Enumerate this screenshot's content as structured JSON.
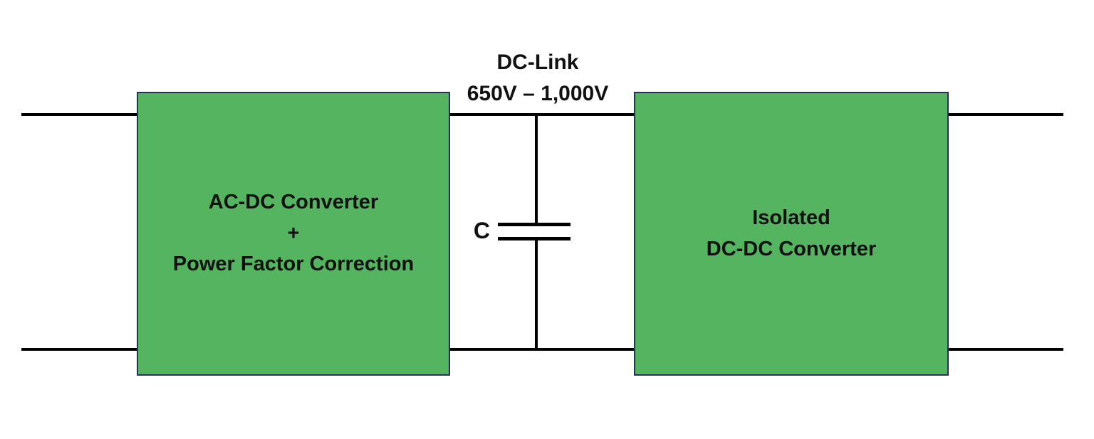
{
  "diagram": {
    "dc_link_label": {
      "line1": "DC-Link",
      "line2": "650V – 1,000V"
    },
    "left_box": {
      "line1": "AC-DC Converter",
      "line2": "+",
      "line3": "Power Factor Correction"
    },
    "right_box": {
      "line1": "Isolated",
      "line2": "DC-DC Converter"
    },
    "capacitor_label": "C",
    "colors": {
      "box_fill": "#55b45f",
      "box_border": "#203457",
      "wire": "#000000",
      "background": "#ffffff"
    }
  }
}
